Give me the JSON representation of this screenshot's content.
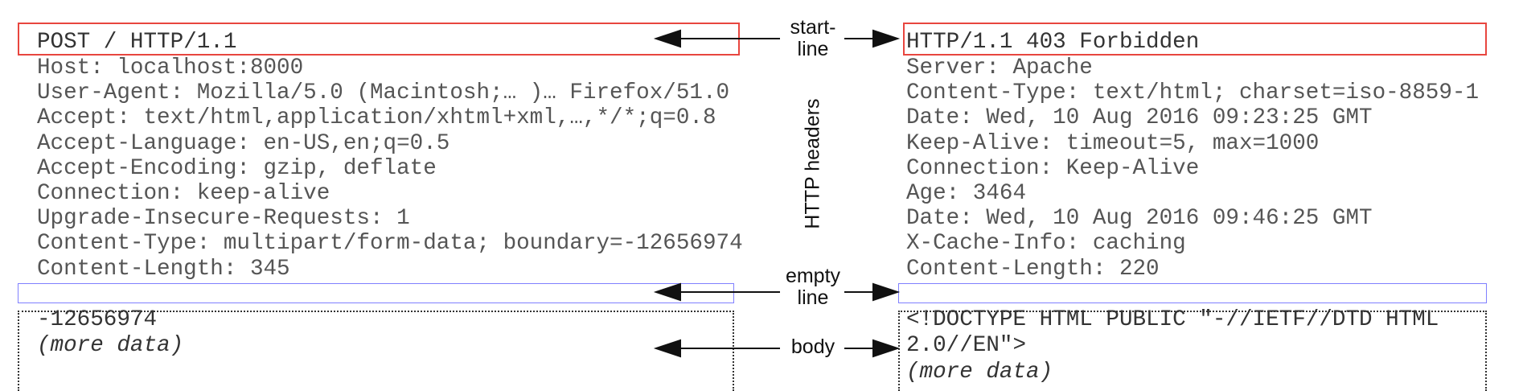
{
  "request": {
    "start_line": "POST / HTTP/1.1",
    "headers": [
      "Host: localhost:8000",
      "User-Agent: Mozilla/5.0 (Macintosh;… )… Firefox/51.0",
      "Accept: text/html,application/xhtml+xml,…,*/*;q=0.8",
      "Accept-Language: en-US,en;q=0.5",
      "Accept-Encoding: gzip, deflate",
      "Connection: keep-alive",
      "Upgrade-Insecure-Requests: 1",
      "Content-Type: multipart/form-data; boundary=-12656974",
      "Content-Length: 345"
    ],
    "body": [
      "-12656974",
      "(more data)"
    ]
  },
  "response": {
    "start_line": "HTTP/1.1 403 Forbidden",
    "headers": [
      "Server: Apache",
      "Content-Type: text/html; charset=iso-8859-1",
      "Date: Wed, 10 Aug 2016 09:23:25 GMT",
      "Keep-Alive: timeout=5, max=1000",
      "Connection: Keep-Alive",
      "Age: 3464",
      "Date: Wed, 10 Aug 2016 09:46:25 GMT",
      "X-Cache-Info: caching",
      "Content-Length: 220"
    ],
    "body": [
      "<!DOCTYPE HTML PUBLIC \"-//IETF//DTD HTML",
      "2.0//EN\">",
      "(more data)"
    ]
  },
  "labels": {
    "start_line": [
      "start-",
      "line"
    ],
    "headers": "HTTP headers",
    "empty_line": [
      "empty",
      "line"
    ],
    "body": "body"
  },
  "colors": {
    "start_line_box": "#e8463f",
    "empty_line_box": "#8080ff",
    "body_box": "#333333"
  }
}
